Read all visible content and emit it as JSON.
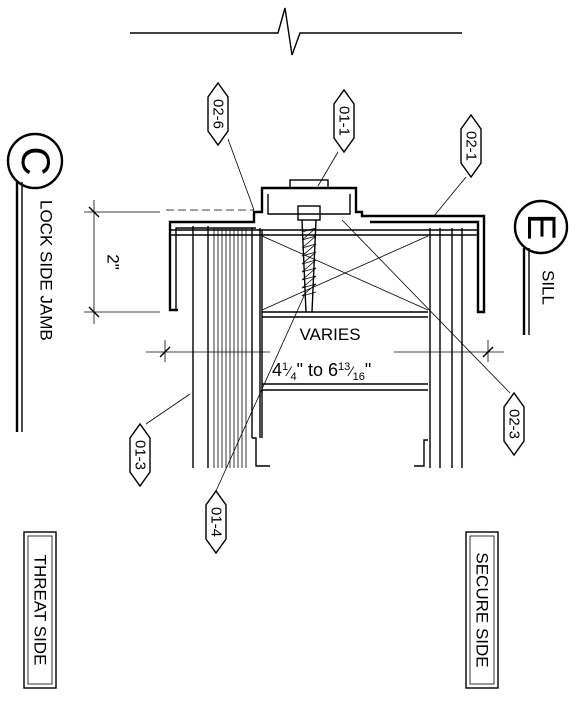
{
  "title_left": {
    "letter": "C",
    "label": "LOCK SIDE JAMB"
  },
  "title_right": {
    "letter": "E",
    "label": "SILL"
  },
  "callouts": [
    "02-6",
    "01-1",
    "02-1",
    "02-3",
    "01-3",
    "01-4"
  ],
  "dimension_2in": "2\"",
  "varies_label": "VARIES",
  "range_a_whole": "4",
  "range_a_num": "1",
  "range_a_den": "4",
  "range_mid": "\" to 6",
  "range_b_num": "13",
  "range_b_den": "16",
  "range_end": "\"",
  "threat_side": "THREAT SIDE",
  "secure_side": "SECURE SIDE"
}
